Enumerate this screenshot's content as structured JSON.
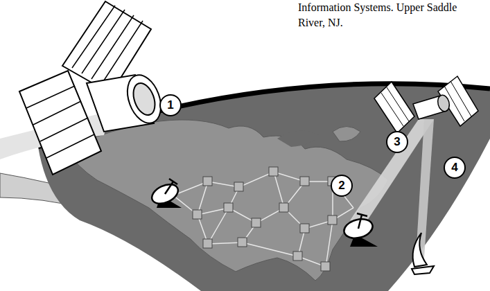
{
  "diagram": {
    "labels": [
      "Information Systems. Upper Saddle River, NJ.",
      "1",
      "2",
      "3",
      "4"
    ]
  }
}
